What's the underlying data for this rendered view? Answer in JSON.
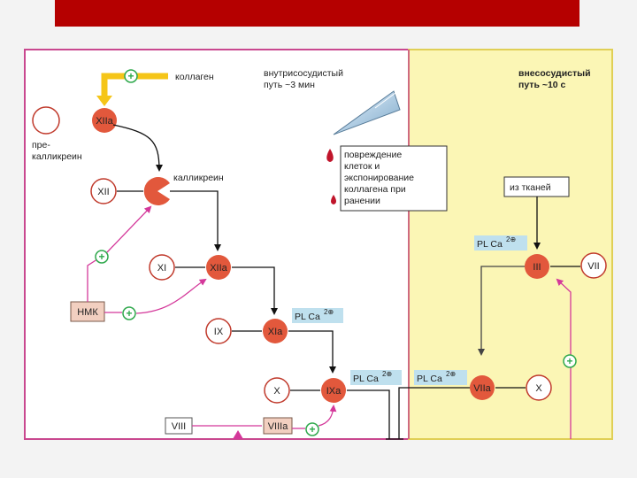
{
  "intrinsic": {
    "title": "внутрисосудистый путь ~3 мин",
    "title_line1": "внутрисосудистый",
    "title_line2": "путь ~3 мин"
  },
  "extrinsic": {
    "title_line1": "внесосудистый",
    "title_line2": "путь ~10 с"
  },
  "labels": {
    "collagen": "коллаген",
    "prekallikrein_line1": "пре-",
    "prekallikrein_line2": "калликреин",
    "kallikrein": "калликреин",
    "from_tissues": "из тканей",
    "plus": "+"
  },
  "injury_box": {
    "lines": [
      "повреждение",
      "клеток и",
      "экспонирование",
      "коллагена при",
      "ранении"
    ]
  },
  "cofactors": {
    "pl_ca_1": "PL Ca",
    "pl_ca_2": "PL Ca",
    "pl_ca_3": "PL Ca",
    "pl_ca_4": "PL Ca",
    "sup": "2⊕"
  },
  "factors": {
    "xiia_top": "XIIa",
    "xii": "XII",
    "xi": "XI",
    "xiia": "XIIa",
    "ix": "IX",
    "xia": "XIa",
    "x_left": "X",
    "ixa": "IXa",
    "iii": "III",
    "vii": "VII",
    "viia": "VIIa",
    "x_right": "X",
    "hmk": "НМК",
    "viii": "VIII",
    "viiia": "VIIIa"
  },
  "colors": {
    "title_bar": "#b50000",
    "intrinsic_border": "#c9488f",
    "extrinsic_bg": "#fbf6b5",
    "extrinsic_border": "#e0cf55",
    "active_factor": "#e2583c",
    "inactive_border": "#c0392b",
    "arrow_magenta": "#d4389a",
    "plus_green": "#2ea84b",
    "collagen_arrow": "#f5c518",
    "cofactor_bg": "#bfe0ee",
    "hmk_bg": "#f2cfc0"
  }
}
